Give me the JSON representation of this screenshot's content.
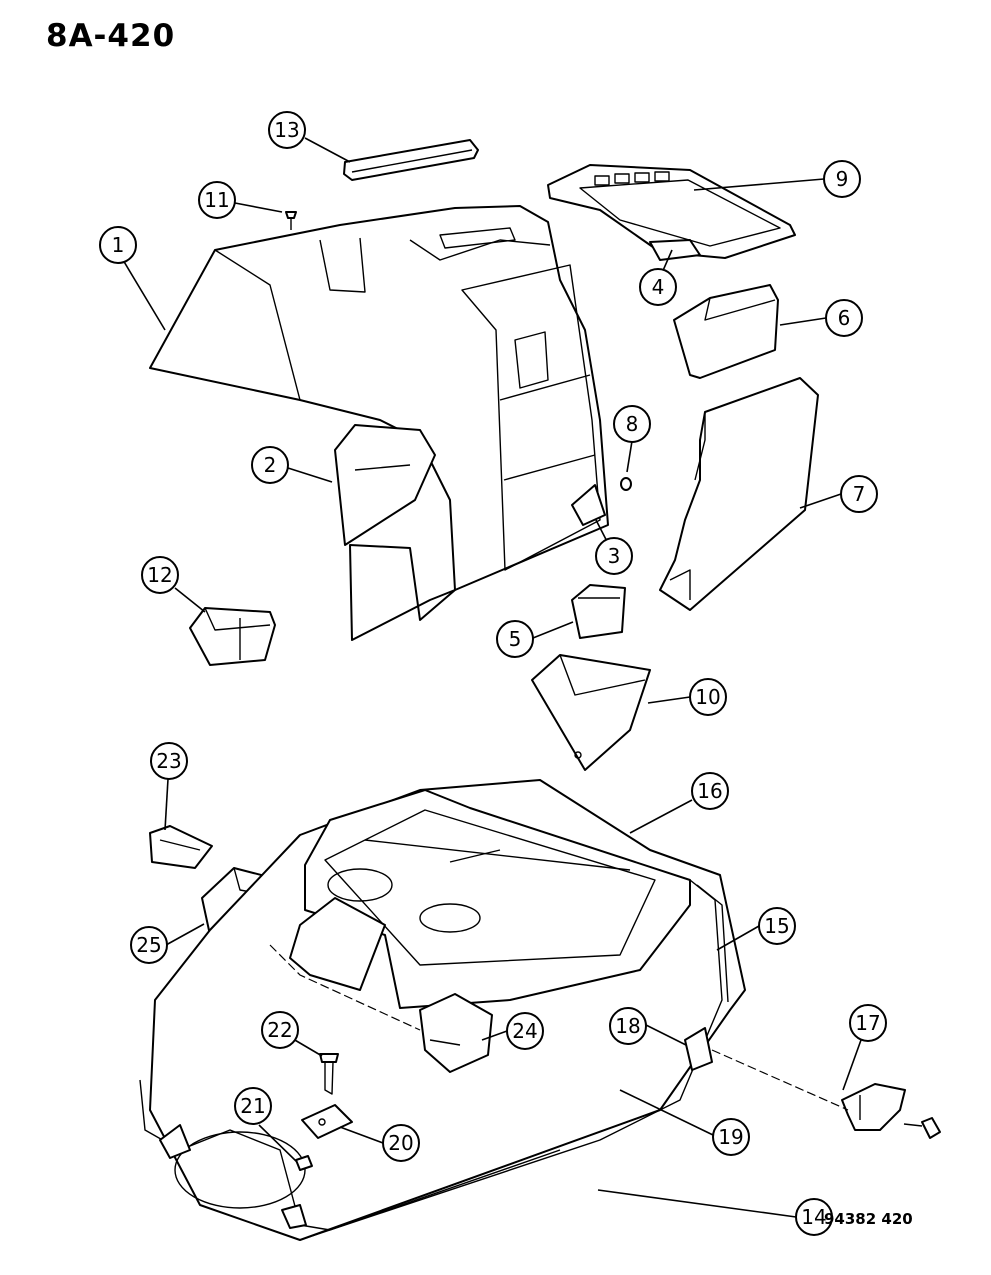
{
  "page_code": "8A-420",
  "figure_code": "94382 420",
  "callouts": [
    "1",
    "2",
    "3",
    "4",
    "5",
    "6",
    "7",
    "8",
    "9",
    "10",
    "11",
    "12",
    "13",
    "14",
    "15",
    "16",
    "17",
    "18",
    "19",
    "20",
    "21",
    "22",
    "23",
    "24",
    "25"
  ]
}
